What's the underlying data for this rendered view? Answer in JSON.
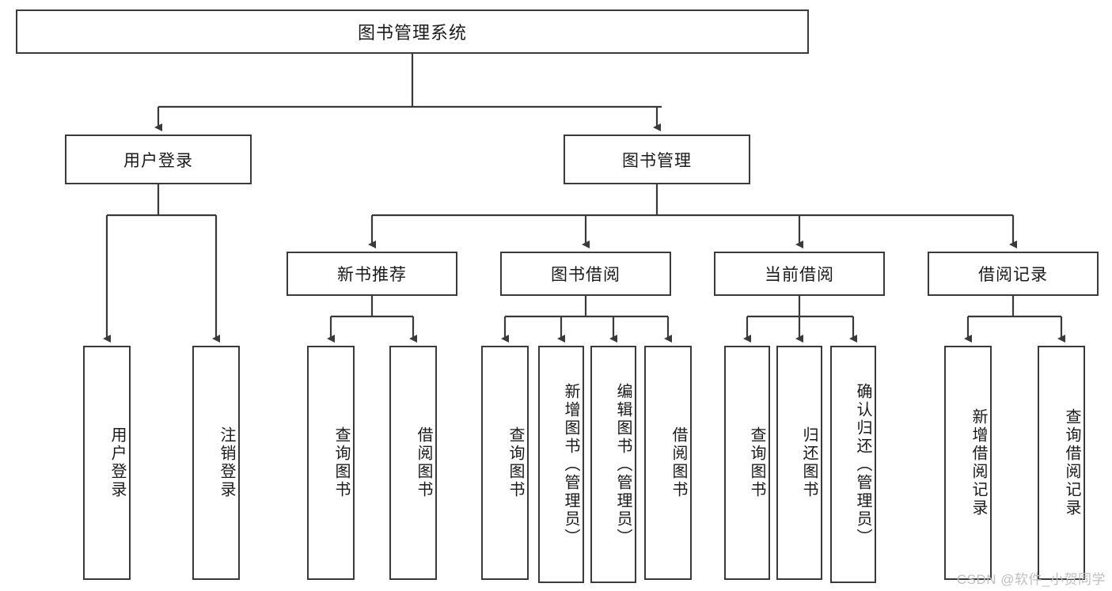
{
  "diagram": {
    "title": "图书管理系统",
    "type": "tree",
    "watermark": "CSDN @软件_小贺同学",
    "colors": {
      "background": "#ffffff",
      "box_border": "#3a3a3a",
      "box_fill": "#ffffff",
      "edge": "#3a3a3a",
      "text": "#1a1a1a",
      "watermark": "#bfbfbf"
    },
    "root": {
      "id": "root",
      "label": "图书管理系统",
      "orientation": "horizontal"
    },
    "level2": [
      {
        "id": "user-login",
        "label": "用户登录",
        "orientation": "horizontal"
      },
      {
        "id": "book-manage",
        "label": "图书管理",
        "orientation": "horizontal"
      }
    ],
    "level3": [
      {
        "id": "new-book-rec",
        "label": "新书推荐",
        "orientation": "horizontal",
        "parent": "book-manage"
      },
      {
        "id": "book-borrow",
        "label": "图书借阅",
        "orientation": "horizontal",
        "parent": "book-manage"
      },
      {
        "id": "current-borrow",
        "label": "当前借阅",
        "orientation": "horizontal",
        "parent": "book-manage"
      },
      {
        "id": "borrow-record",
        "label": "借阅记录",
        "orientation": "horizontal",
        "parent": "book-manage"
      }
    ],
    "leaves": [
      {
        "id": "leaf-user-login",
        "label": "用户登录",
        "parent": "user-login"
      },
      {
        "id": "leaf-user-logout",
        "label": "注销登录",
        "parent": "user-login"
      },
      {
        "id": "leaf-rec-query",
        "label": "查询图书",
        "parent": "new-book-rec"
      },
      {
        "id": "leaf-rec-borrow",
        "label": "借阅图书",
        "parent": "new-book-rec"
      },
      {
        "id": "leaf-borrow-query",
        "label": "查询图书",
        "parent": "book-borrow"
      },
      {
        "id": "leaf-borrow-add",
        "label": "新增图书（管理员）",
        "parent": "book-borrow"
      },
      {
        "id": "leaf-borrow-edit",
        "label": "编辑图书（管理员）",
        "parent": "book-borrow"
      },
      {
        "id": "leaf-borrow-lend",
        "label": "借阅图书",
        "parent": "book-borrow"
      },
      {
        "id": "leaf-cur-query",
        "label": "查询图书",
        "parent": "current-borrow"
      },
      {
        "id": "leaf-cur-return",
        "label": "归还图书",
        "parent": "current-borrow"
      },
      {
        "id": "leaf-cur-confirm",
        "label": "确认归还（管理员）",
        "parent": "current-borrow"
      },
      {
        "id": "leaf-rec-add",
        "label": "新增借阅记录",
        "parent": "borrow-record"
      },
      {
        "id": "leaf-rec-query2",
        "label": "查询借阅记录",
        "parent": "borrow-record"
      }
    ]
  }
}
